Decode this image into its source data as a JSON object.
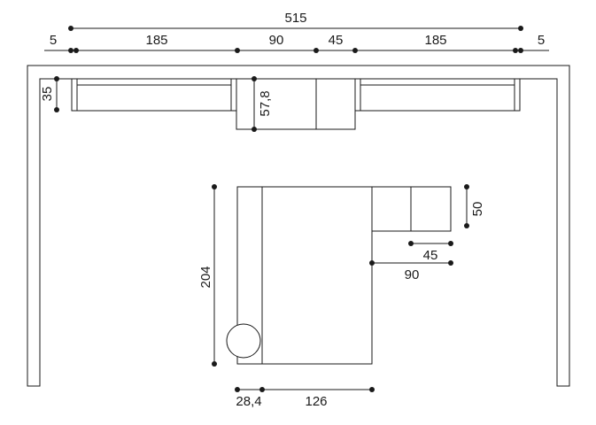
{
  "dimensions": {
    "overall_width": "515",
    "top_left_gap": "5",
    "left_unit_width": "185",
    "middle_unit_width": "90",
    "center_unit_width": "45",
    "right_unit_width": "185",
    "top_right_gap": "5",
    "wall_unit_depth": "35",
    "center_cabinet_depth": "57,8",
    "chaise_depth": "50",
    "chaise_inner_width": "45",
    "chaise_total_width": "90",
    "sofa_length": "204",
    "armrest_width": "28,4",
    "seat_width": "126"
  },
  "colors": {
    "line": "#1a1a1a",
    "background": "#ffffff"
  }
}
